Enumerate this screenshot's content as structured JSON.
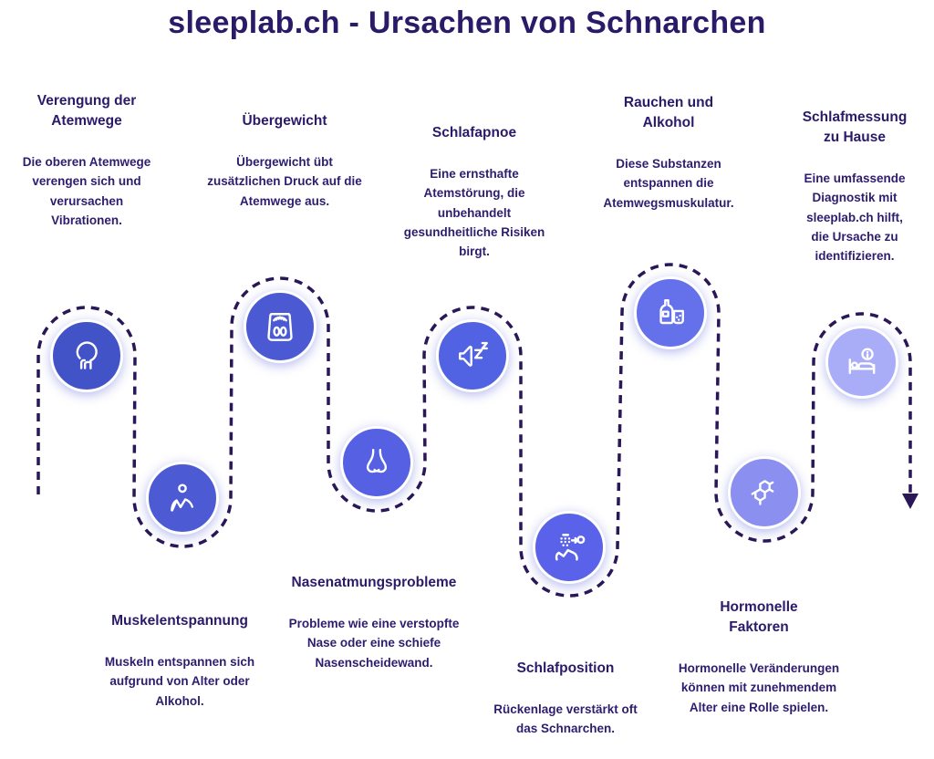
{
  "title": "sleeplab.ch - Ursachen von Schnarchen",
  "colors": {
    "title_color": "#2a1a68",
    "heading_color": "#2b1a6a",
    "body_color": "#2e1d6e",
    "path_color": "#2a1757",
    "node_ring_color": "#ffffff",
    "icon_color": "#ffffff"
  },
  "items": [
    {
      "heading": "Verengung der Atemwege",
      "body": "Die oberen Atemwege verengen sich und verursachen Vibrationen.",
      "icon": "head-airway-icon",
      "color": "#4253c8",
      "row": "top"
    },
    {
      "heading": "Muskelentspannung",
      "body": "Muskeln entspannen sich aufgrund von Alter oder Alkohol.",
      "icon": "situp-person-icon",
      "color": "#4c5bd4",
      "row": "bottom"
    },
    {
      "heading": "Übergewicht",
      "body": "Übergewicht übt zusätzlichen Druck auf die Atemwege aus.",
      "icon": "weight-scale-icon",
      "color": "#4b5ad2",
      "row": "top"
    },
    {
      "heading": "Nasenatmungsprobleme",
      "body": "Probleme wie eine verstopfte Nase oder eine schiefe Nasenscheidewand.",
      "icon": "nose-icon",
      "color": "#5560e2",
      "row": "bottom"
    },
    {
      "heading": "Schlafapnoe",
      "body": "Eine ernsthafte Atemstörung, die unbehandelt gesundheitliche Risiken birgt.",
      "icon": "snoring-megaphone-icon",
      "color": "#5163e2",
      "row": "top"
    },
    {
      "heading": "Schlafposition",
      "body": "Rückenlage verstärkt oft das Schnarchen.",
      "icon": "sleeping-position-icon",
      "color": "#5962e9",
      "row": "bottom"
    },
    {
      "heading": "Rauchen und Alkohol",
      "body": "Diese Substanzen entspannen die Atemwegsmuskulatur.",
      "icon": "alcohol-bottle-icon",
      "color": "#6571ea",
      "row": "top"
    },
    {
      "heading": "Hormonelle Faktoren",
      "body": "Hormonelle Veränderungen können mit zunehmendem Alter eine Rolle spielen.",
      "icon": "hormone-molecule-icon",
      "color": "#8a8ff0",
      "row": "bottom"
    },
    {
      "heading": "Schlafmessung zu Hause",
      "body": "Eine umfassende Diagnostik mit sleeplab.ch hilft, die Ursache zu identifizieren.",
      "icon": "home-sleep-test-icon",
      "color": "#a9adf8",
      "row": "top"
    }
  ]
}
